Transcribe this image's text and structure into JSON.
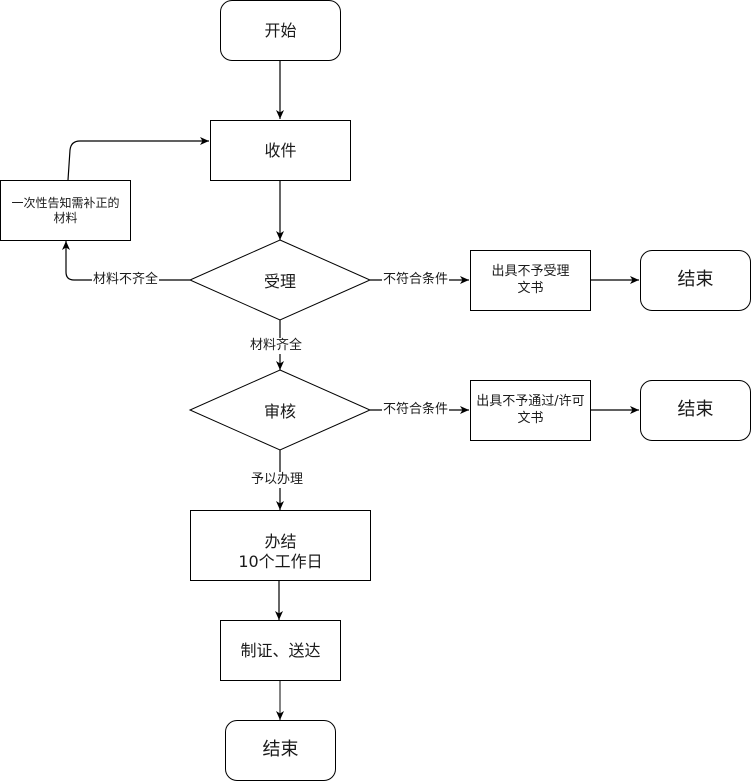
{
  "nodes": {
    "start": {
      "label": "开始"
    },
    "receive": {
      "label": "收件"
    },
    "notify_supplement": {
      "label": "一次性告知需补正的\n材料"
    },
    "accept": {
      "label": "受理"
    },
    "reject_accept_doc": {
      "label": "出具不予受理\n文书"
    },
    "end_1": {
      "label": "结束"
    },
    "review": {
      "label": "审核"
    },
    "reject_review_doc": {
      "label": "出具不予通过/许可\n文书"
    },
    "end_2": {
      "label": "结束"
    },
    "complete": {
      "label": "办结\n10个工作日"
    },
    "certify_deliver": {
      "label": "制证、送达"
    },
    "end_3": {
      "label": "结束"
    }
  },
  "edges": {
    "incomplete_materials": "材料不齐全",
    "complete_materials": "材料齐全",
    "not_qualified_1": "不符合条件",
    "not_qualified_2": "不符合条件",
    "approve_handle": "予以办理"
  }
}
